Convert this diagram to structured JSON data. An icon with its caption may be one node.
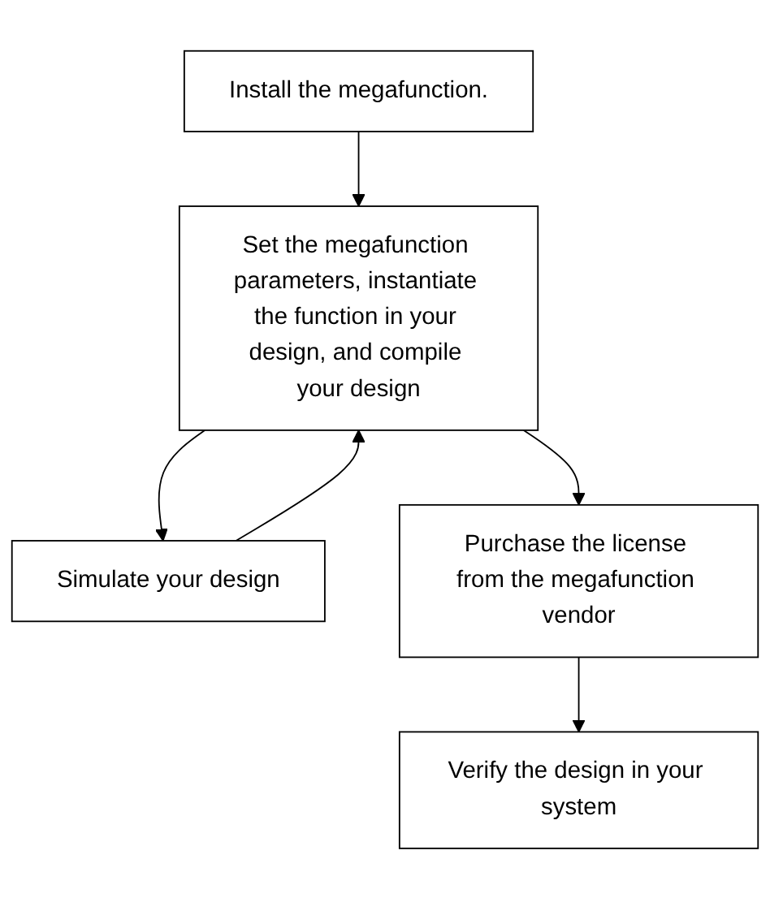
{
  "diagram": {
    "nodes": [
      {
        "text": [
          "Install the megafunction."
        ]
      },
      {
        "text": [
          "Set the megafunction parameters, instantiate the function in your design, and compile your design"
        ]
      },
      {
        "text": [
          "Simulate your design"
        ]
      },
      {
        "text": [
          "Purchase the license from the megafunction vendor"
        ]
      },
      {
        "text": [
          "Verify the design in your system"
        ]
      }
    ],
    "edges": [
      {
        "from": 0,
        "to": 1,
        "arrow": "to"
      },
      {
        "from": 1,
        "to": 2,
        "arrow": "to"
      },
      {
        "from": 2,
        "to": 1,
        "arrow": "to"
      },
      {
        "from": 1,
        "to": 3,
        "arrow": "to"
      },
      {
        "from": 3,
        "to": 4,
        "arrow": "to"
      }
    ]
  }
}
